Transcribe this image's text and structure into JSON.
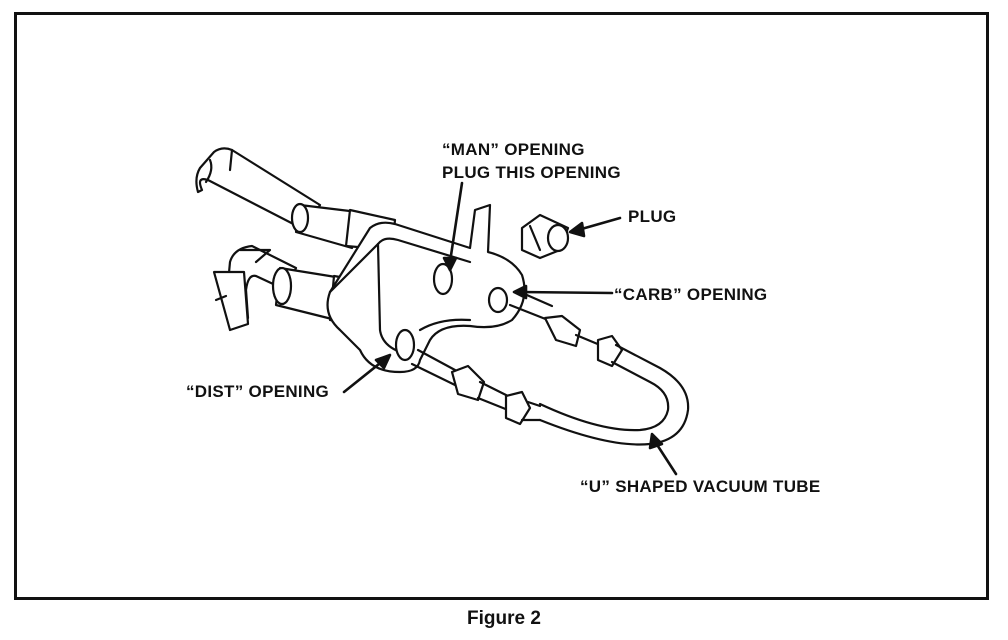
{
  "labels": {
    "man_opening": "“MAN” OPENING",
    "plug_this_opening": "PLUG THIS OPENING",
    "plug": "PLUG",
    "carb_opening": "“CARB” OPENING",
    "dist_opening": "“DIST” OPENING",
    "u_tube": "“U” SHAPED VACUUM TUBE"
  },
  "caption": "Figure 2"
}
